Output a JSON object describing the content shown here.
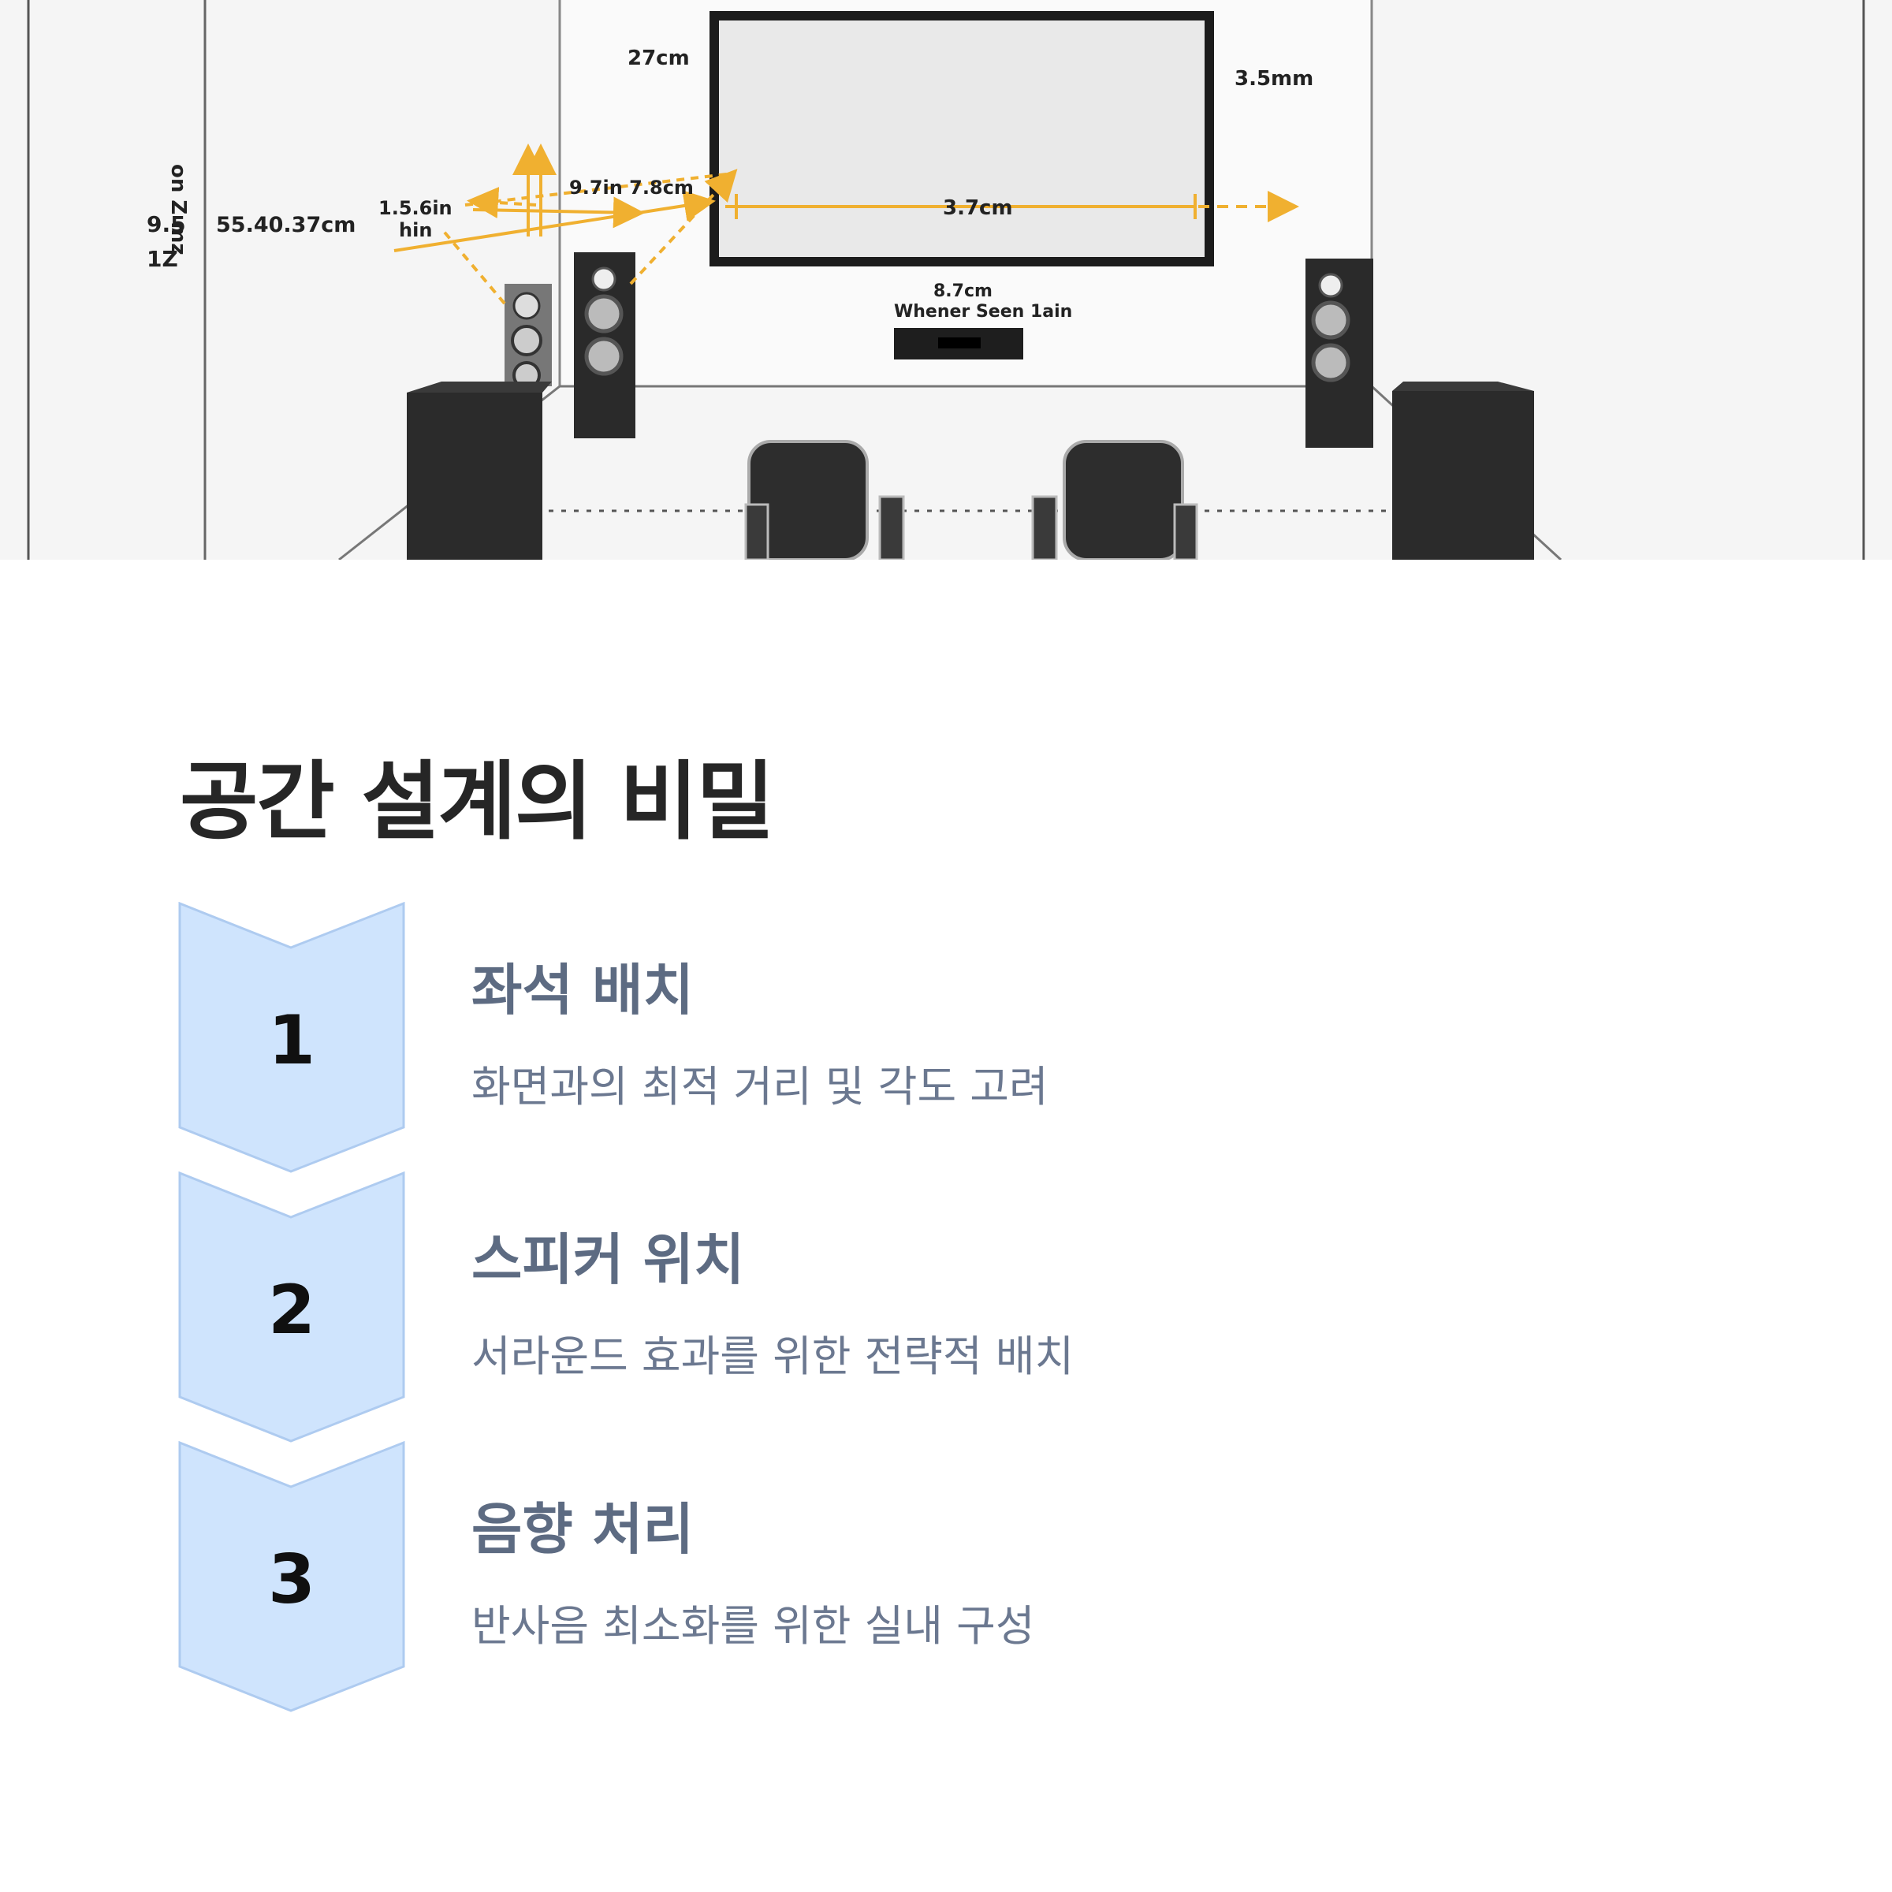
{
  "illustration": {
    "labels": {
      "screen_top": "27cm",
      "screen_right": "3.5mm",
      "left_wall": "55.40.37cm",
      "left_a": "1.5.6in",
      "left_b": "hin",
      "diag": "9.7in 7.8cm",
      "screen_width": "3.7cm",
      "console_dim": "8.7cm",
      "console_caption": "Whener Seen 1ain",
      "vert_a": "9.5",
      "vert_b": "on Z mz",
      "vert_c": "1Z"
    }
  },
  "section": {
    "title": "공간 설계의 비밀"
  },
  "steps": [
    {
      "number": "1",
      "title": "좌석 배치",
      "description": "화면과의 최적 거리 및 각도 고려"
    },
    {
      "number": "2",
      "title": "스피커 위치",
      "description": "서라운드 효과를 위한 전략적 배치"
    },
    {
      "number": "3",
      "title": "음향 처리",
      "description": "반사음 최소화를 위한 실내 구성"
    }
  ],
  "colors": {
    "chevron_fill": "#cfe4fd",
    "chevron_stroke": "#aecbf0",
    "dimension_line": "#f0b030"
  }
}
